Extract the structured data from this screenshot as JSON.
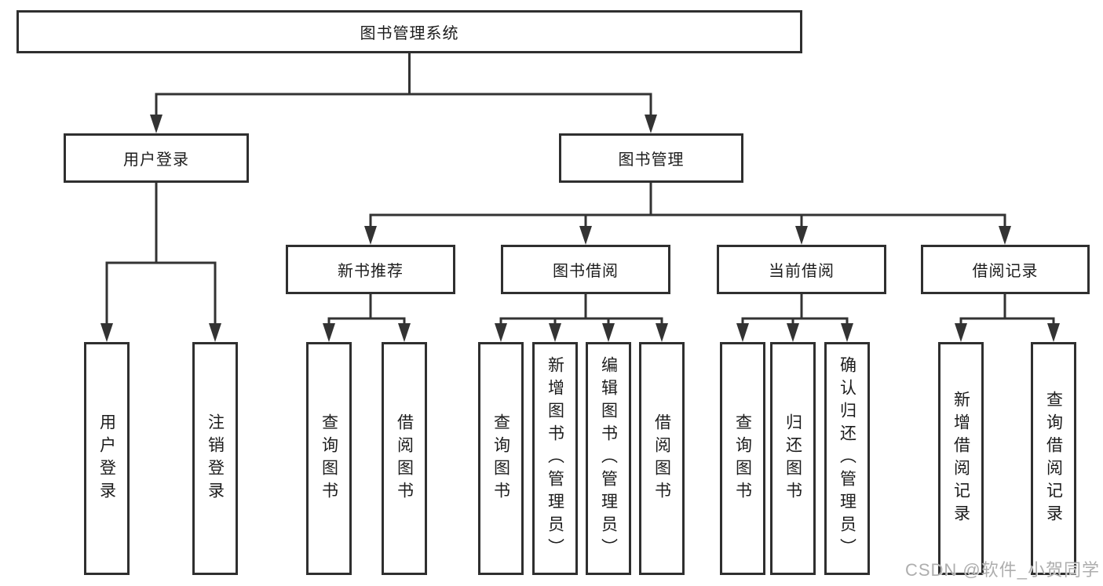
{
  "diagram": {
    "root": {
      "label": "图书管理系统"
    },
    "branches": [
      {
        "label": "用户登录",
        "children": [
          {
            "label": "用户登录"
          },
          {
            "label": "注销登录"
          }
        ]
      },
      {
        "label": "图书管理",
        "children": [
          {
            "label": "新书推荐",
            "children": [
              {
                "label": "查询图书"
              },
              {
                "label": "借阅图书"
              }
            ]
          },
          {
            "label": "图书借阅",
            "children": [
              {
                "label": "查询图书"
              },
              {
                "label": "新增图书（管理员）"
              },
              {
                "label": "编辑图书（管理员）"
              },
              {
                "label": "借阅图书"
              }
            ]
          },
          {
            "label": "当前借阅",
            "children": [
              {
                "label": "查询图书"
              },
              {
                "label": "归还图书"
              },
              {
                "label": "确认归还（管理员）"
              }
            ]
          },
          {
            "label": "借阅记录",
            "children": [
              {
                "label": "新增借阅记录"
              },
              {
                "label": "查询借阅记录"
              }
            ]
          }
        ]
      }
    ]
  },
  "colors": {
    "line": "#333333",
    "border": "#2f2f2f",
    "text": "#1c1c1c",
    "watermark": "#aaaaaa"
  },
  "watermark": {
    "text": "CSDN @软件_小贺同学"
  }
}
